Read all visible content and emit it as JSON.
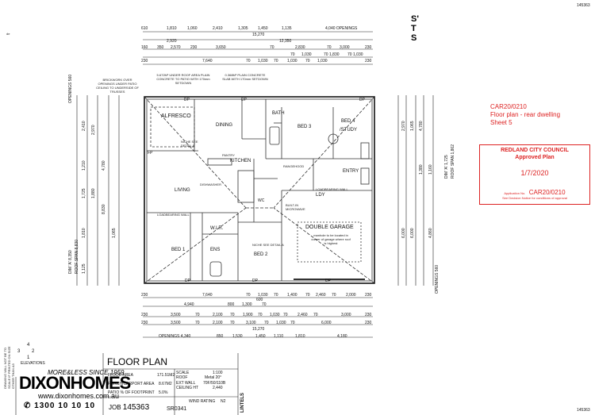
{
  "sheet_ref": "145363",
  "sheet_stub": [
    "S'",
    "T",
    "S"
  ],
  "corner_mark": "de",
  "top_dims": {
    "row1": [
      "610",
      "1,810",
      "1,060",
      "2,410",
      "1,305",
      "1,450",
      "1,135",
      "4,040 OPENINGS"
    ],
    "overall": "15,270",
    "row2a": [
      "2,920",
      "12,350"
    ],
    "row2": [
      "160",
      "350",
      "2,570",
      "230",
      "3,650",
      "70",
      "2,830",
      "70",
      "3,000",
      "230"
    ],
    "row3a": [
      "70",
      "1,030",
      "70",
      "1,830",
      "70",
      "1,030"
    ],
    "row3": [
      "230",
      "7,640",
      "70",
      "1,030",
      "70",
      "1,030",
      "70",
      "1,030",
      "230"
    ]
  },
  "bottom_dims": {
    "row1": [
      "230",
      "7,640",
      "70",
      "1,030",
      "70",
      "1,400",
      "70",
      "2,460",
      "70",
      "2,000",
      "230"
    ],
    "row1b": [
      "4,940",
      "800",
      "1,300",
      "600",
      "70"
    ],
    "row2": [
      "230",
      "3,500",
      "70",
      "2,100",
      "70",
      "1,900",
      "70",
      "1,030",
      "70",
      "2,460",
      "70",
      "3,000",
      "230"
    ],
    "row3": [
      "230",
      "3,500",
      "70",
      "2,100",
      "70",
      "3,100",
      "70",
      "1,030",
      "70",
      "6,000",
      "230"
    ],
    "overall": "15,270",
    "openings": [
      "OPENINGS 4,340",
      "850",
      "1,530",
      "1,450",
      "1,110",
      "1,810",
      "4,180"
    ]
  },
  "left_dims": [
    "2,410",
    "1,210",
    "1,725",
    "1,880",
    "8,830",
    "1,810",
    "1,125",
    "2,970",
    "4,780",
    "1,065"
  ],
  "left_labels": {
    "openings": "OPENINGS 560",
    "dim": "DIM 'A' 8,350",
    "roof": "ROOF SPAN 8,830"
  },
  "right_dims": [
    "2,970",
    "1,065",
    "4,780",
    "1,380",
    "1,160",
    "6,000",
    "6,000",
    "4,860"
  ],
  "right_labels": {
    "dim": "DIM 'A' 1,725",
    "roof": "ROOF SPAN 1,862",
    "openings": "OPENINGS 560"
  },
  "notes": {
    "brickwork": "BRICKWORK OVER OPENINGS UNDER PATIO CEILING TO UNDERSIDE OF TRUSSES",
    "alfresco_area": "5.672M² UNDER ROOF AREA PLAIN CONCRETE TO PATIO WITH 170mm SETDOWN",
    "slab": "0.368M² PLAIN CONCRETE SLAB WITH 170mm SETDOWN",
    "garage": "manhole to be located in corner of garage where roof is highest",
    "niche": "NICHE SEE DETAIL A",
    "loadbearing": "LOADBEARING WALL"
  },
  "rooms": {
    "alfresco": "ALFRESCO",
    "dining": "DINING",
    "bath": "BATH",
    "bed3": "BED 3",
    "bed4": "BED 4",
    "study": "/STUDY",
    "kitchen": "KITCHEN",
    "entry": "ENTRY",
    "living": "LIVING",
    "lov": "LDY",
    "double_garage": "DOUBLE GARAGE",
    "wir": "W.I.R.",
    "ens": "ENS",
    "bed1": "BED 1",
    "bed2": "BED 2",
    "wc": "WC",
    "dishwasher": "DISHWASHER",
    "pantry": "PANTRY",
    "rangehood": "RANGEHOOD",
    "built_in_micro": "BUILT-IN MICROWAVE",
    "dp": "DP",
    "fp": "FP"
  },
  "annotation": {
    "ref": "CAR20/0210",
    "line1": "Floor plan - rear dwelling",
    "line2": "Sheet 5"
  },
  "stamp": {
    "council": "REDLAND CITY COUNCIL",
    "approved": "Approved Plan",
    "date": "1/7/2020",
    "app_label": "Application No.",
    "app_no": "CAR20/0210",
    "notice": "See Decision Notice for conditions of approval",
    "color": "#dd2222"
  },
  "title_block": {
    "elevations_label": "ELEVATIONS",
    "elev_nums": [
      "4",
      "3",
      "2",
      "1"
    ],
    "floor_plan": "FLOOR PLAN",
    "tagline": "MORE&LESS SINCE 1959",
    "brand": "DIXONHOMES",
    "website": "www.dixonhomes.com.au",
    "phone": "1300 10 10 10",
    "job_label": "JOB",
    "job_no": "145363",
    "sr": "SR0341",
    "lintels": "LINTELS",
    "rows": [
      {
        "label": "FLOOR AREA",
        "value": "171.51M2"
      },
      {
        "label": "PORCH/CARPORT AREA",
        "value": "8.67M2"
      },
      {
        "label": "PATIO % OF FOOTPRINT",
        "value": "5.0%"
      }
    ],
    "specs": [
      {
        "label": "SCALE",
        "value": "1:100"
      },
      {
        "label": "ROOF",
        "value": "Metal 20°"
      },
      {
        "label": "EXT WALL",
        "value": "70F/50/110B"
      },
      {
        "label": "CEILING HT",
        "value": "2,440"
      },
      {
        "label": "WIND RATING",
        "value": "N2"
      }
    ],
    "side_text": "DRAWING WILL NOT BE TO SCALE IF PRINTED ON SIZE OTHER THAN A3"
  }
}
